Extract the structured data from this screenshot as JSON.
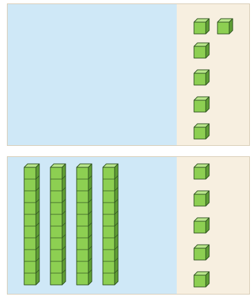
{
  "model": {
    "top_panel": {
      "tens": 0,
      "ones": 6
    },
    "bottom_panel": {
      "tens": 4,
      "ones": 5
    }
  },
  "colors": {
    "cube_front": "#8dcf52",
    "cube_top": "#b8e58a",
    "cube_side": "#5f9e34",
    "outline": "#2f5320",
    "tens_background": "#cfe8f7",
    "ones_background": "#f7efe0",
    "panel_border": "#d9cdb6"
  }
}
